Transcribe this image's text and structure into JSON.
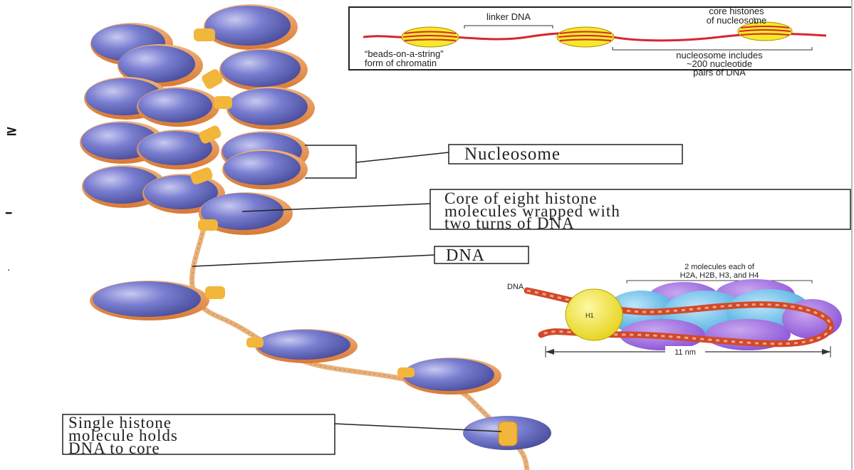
{
  "inset_top": {
    "linker_label": "linker DNA",
    "core_label_1": "core histones",
    "core_label_2": "of nucleosome",
    "beads_label_1": "“beads-on-a-string”",
    "beads_label_2": "form of chromatin",
    "includes_label_1": "nucleosome includes",
    "includes_label_2": "~200 nucleotide",
    "includes_label_3": "pairs of DNA"
  },
  "margin_marks": [
    "≥",
    "━",
    "·"
  ],
  "callouts": {
    "nucleosome": "Nucleosome",
    "core_1": "Core of eight histone",
    "core_2": "molecules wrapped with",
    "core_3": "two turns of DNA",
    "dna": "DNA",
    "single_1": "Single histone",
    "single_2": "molecule holds",
    "single_3": "DNA to core"
  },
  "inset_bottom": {
    "top_label_1": "2 molecules each of",
    "top_label_2": "H2A, H2B, H3, and H4",
    "dna_label": "DNA",
    "h1_label": "H1",
    "scale_label": "11 nm"
  },
  "colors": {
    "histone": "#6e72c4",
    "histone_highlight": "#b9bcec",
    "dna_wrap": "#e0904a",
    "linker": "#e8b07a",
    "clamp": "#f2b63a",
    "strand_red": "#d8262d",
    "bead_yellow": "#f4ea2a"
  }
}
